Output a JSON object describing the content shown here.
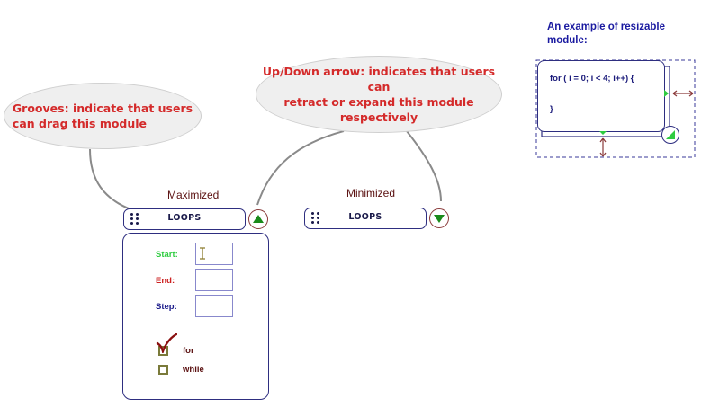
{
  "callouts": {
    "grooves": {
      "line1": "Grooves: indicate that users",
      "line2": "can drag this module"
    },
    "arrow": {
      "line1": "Up/Down arrow: indicates that users can",
      "line2": "retract or expand this module respectively"
    }
  },
  "maximized": {
    "caption": "Maximized",
    "module_title": "LOOPS",
    "fields": [
      {
        "label": "Start:",
        "value": "",
        "color": "#2ecc40"
      },
      {
        "label": "End:",
        "value": "",
        "color": "#cc2020"
      },
      {
        "label": "Step:",
        "value": "",
        "color": "#1a1a8a"
      }
    ],
    "options": [
      {
        "label": "for",
        "checked": true
      },
      {
        "label": "while",
        "checked": false
      }
    ]
  },
  "minimized": {
    "caption": "Minimized",
    "module_title": "LOOPS"
  },
  "resizable_example": {
    "title_line1": "An example of resizable",
    "title_line2": "module:",
    "code": [
      "for ( i = 0; i < 4; i++) {",
      "}"
    ]
  },
  "colors": {
    "callout_text": "#d42a2a",
    "caption": "#5a1010",
    "module_border": "#2e2e80",
    "arrow_green": "#1a8a1a",
    "example_title": "#1a1aa0"
  },
  "icons": [
    "grooves-icon",
    "up-arrow-icon",
    "down-arrow-icon",
    "checkmark-icon",
    "text-cursor-icon",
    "resize-horizontal-icon",
    "resize-vertical-icon",
    "resize-corner-icon"
  ]
}
